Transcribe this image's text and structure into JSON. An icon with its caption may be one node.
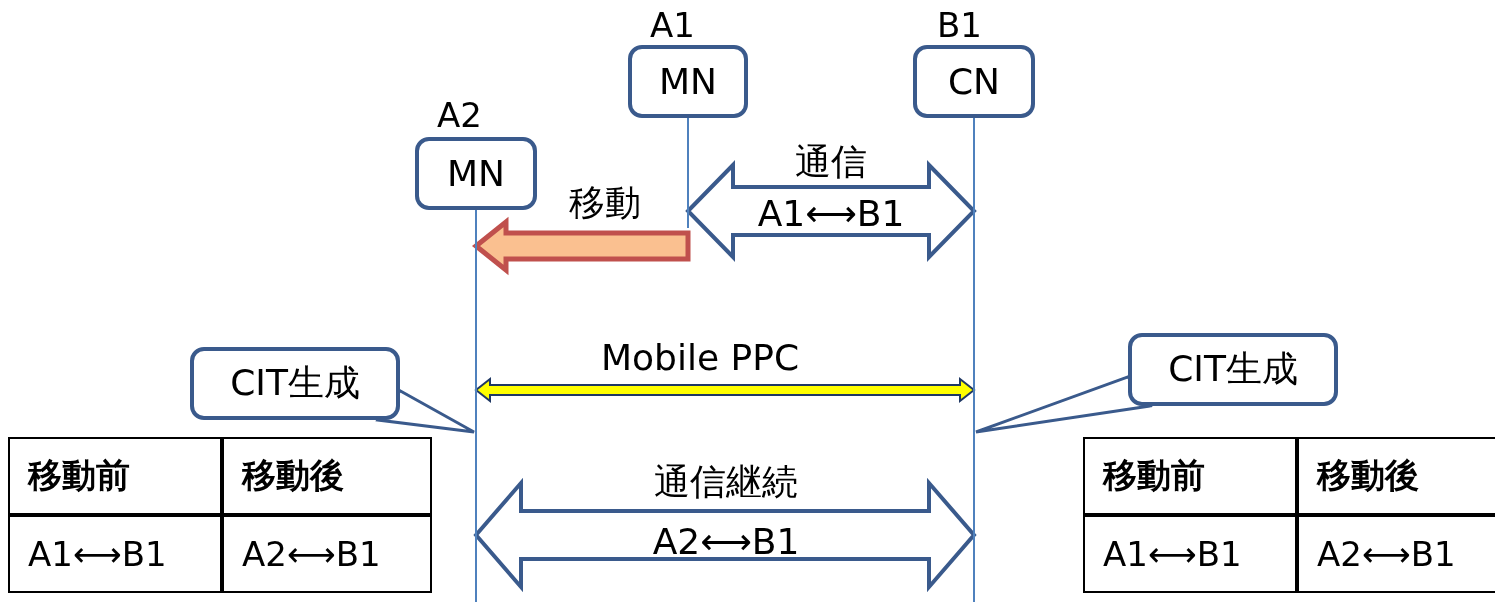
{
  "diagram": {
    "nodes": [
      {
        "text": [
          "MN"
        ],
        "beside": [
          "A1"
        ]
      },
      {
        "text": [
          "CN"
        ],
        "beside": [
          "B1"
        ]
      },
      {
        "text": [
          "MN"
        ],
        "beside": [
          "A2"
        ]
      },
      {
        "text": [
          "CIT生成"
        ]
      },
      {
        "text": [
          "CIT生成"
        ]
      }
    ],
    "edges": [
      {
        "from": 0,
        "to": 1,
        "arrow": "both",
        "label": "通信 A1⟷B1"
      },
      {
        "from": 0,
        "to": 2,
        "arrow": "to",
        "label": "移動",
        "style": "thick",
        "color": "#c0504d"
      },
      {
        "from": 2,
        "to": 1,
        "arrow": "both",
        "label": "Mobile PPC",
        "color": "#ffff00"
      },
      {
        "from": 2,
        "to": 1,
        "arrow": "both",
        "label": "通信継続 A2⟷B1"
      },
      {
        "from": 3,
        "to": 2,
        "arrow": "none"
      },
      {
        "from": 4,
        "to": 1,
        "arrow": "none"
      }
    ],
    "labels": [
      "移動前",
      "移動後",
      "A1⟷B1",
      "A2⟷B1",
      "移動前",
      "移動後",
      "A1⟷B1",
      "A2⟷B1"
    ]
  }
}
